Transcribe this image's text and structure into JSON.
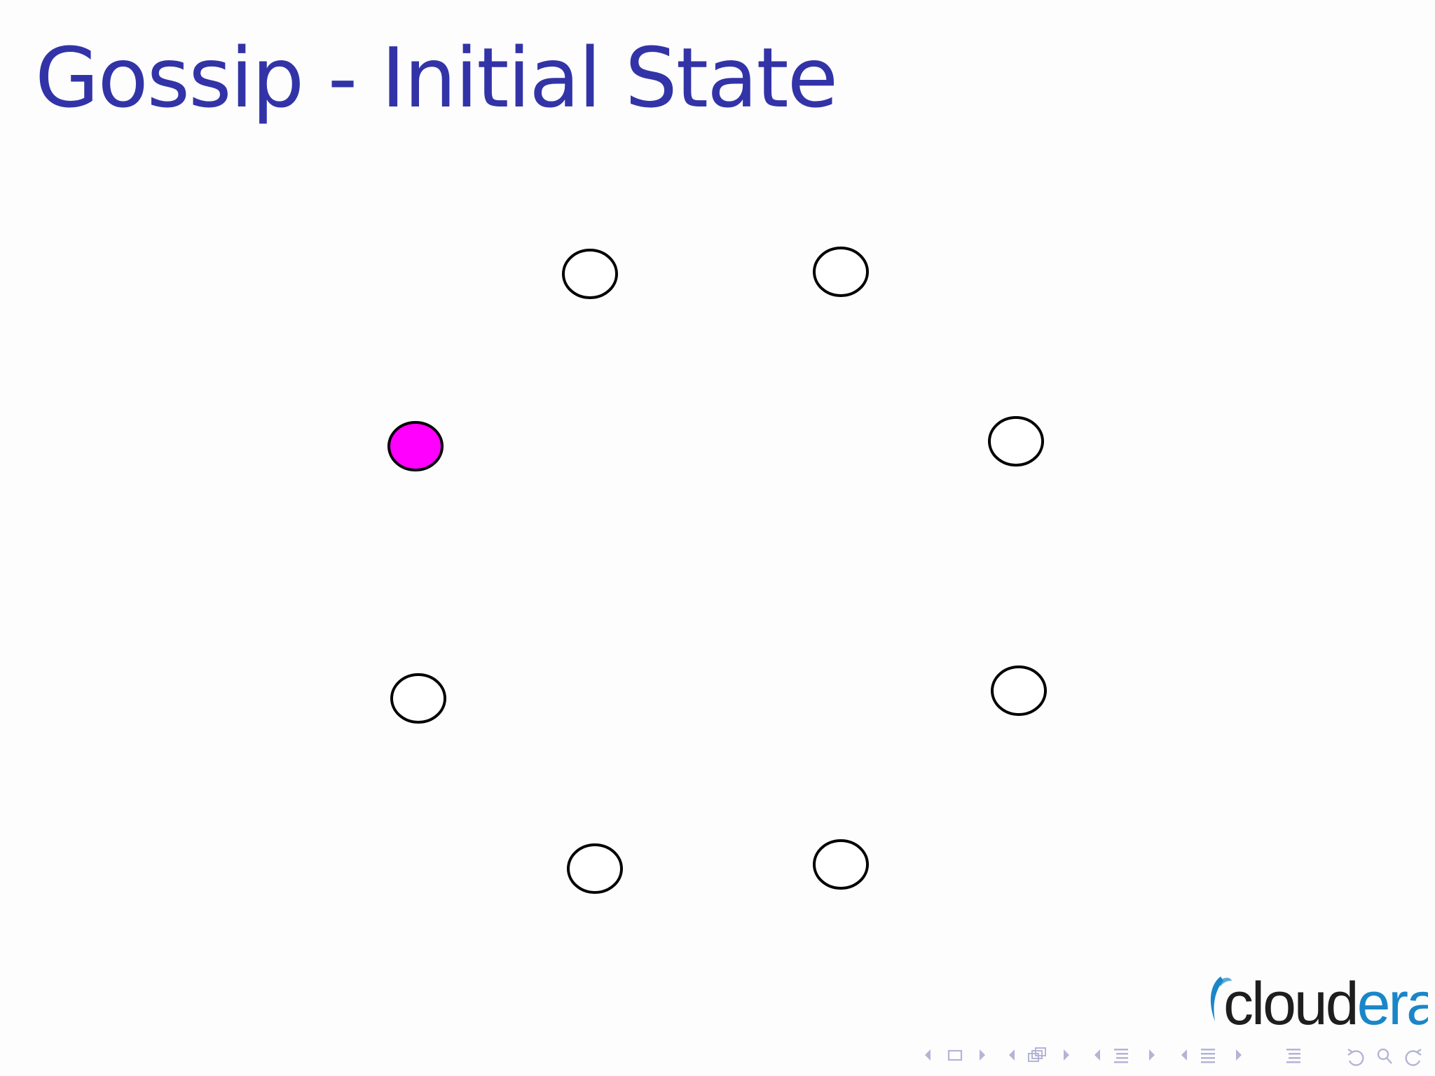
{
  "slide": {
    "title": "Gossip - Initial State"
  },
  "diagram": {
    "node_count": 8,
    "infected_node_color": "#ff00ff",
    "healthy_node_color": "#ffffff",
    "outline_color": "#000000",
    "nodes": [
      {
        "id": "node-1",
        "state": "healthy"
      },
      {
        "id": "node-2",
        "state": "healthy"
      },
      {
        "id": "node-3",
        "state": "infected"
      },
      {
        "id": "node-4",
        "state": "healthy"
      },
      {
        "id": "node-5",
        "state": "healthy"
      },
      {
        "id": "node-6",
        "state": "healthy"
      },
      {
        "id": "node-7",
        "state": "healthy"
      },
      {
        "id": "node-8",
        "state": "healthy"
      }
    ]
  },
  "logo": {
    "text_dark": "cloud",
    "text_blue": "era",
    "dark_color": "#1e1e1e",
    "blue_color": "#1a86c8"
  },
  "navigation": {
    "color": "#b4b4d6",
    "icons": [
      "slide-nav-icon",
      "frame-nav-icon",
      "subsection-nav-icon",
      "section-nav-icon",
      "doc-nav-icon",
      "back-icon",
      "search-icon",
      "forward-icon"
    ]
  }
}
